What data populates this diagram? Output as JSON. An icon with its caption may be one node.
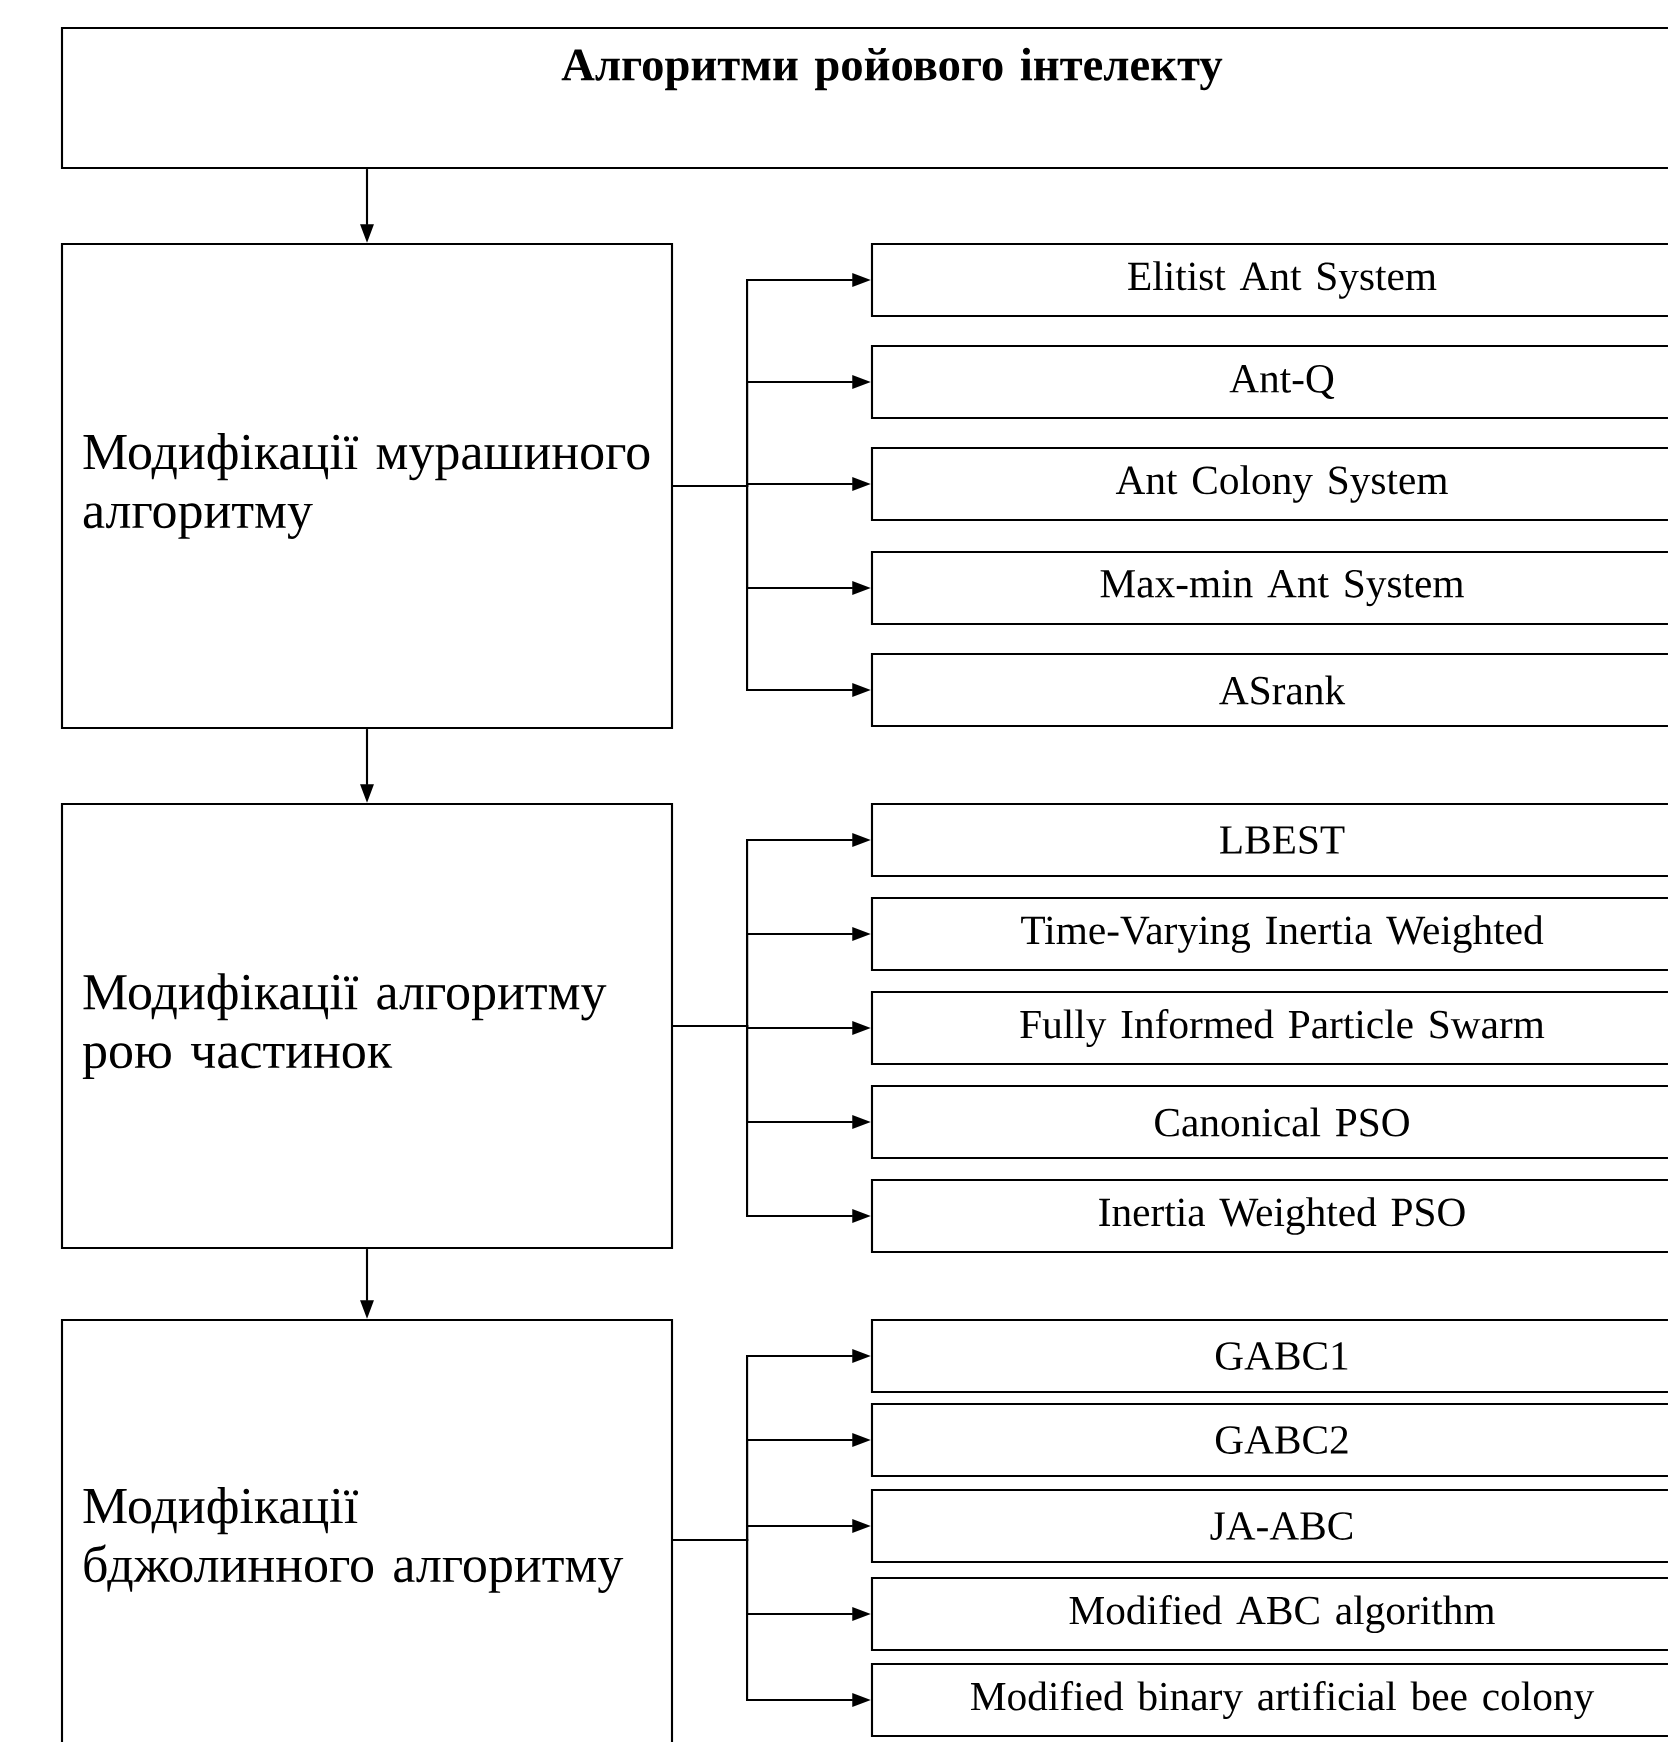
{
  "diagram": {
    "nodes": [
      {
        "text": [
          "Алгоритми ройового інтелекту"
        ]
      },
      {
        "text": [
          "Модифікації мурашиного алгоритму"
        ]
      },
      {
        "text": [
          "Elitist Ant System"
        ]
      },
      {
        "text": [
          "Ant-Q"
        ]
      },
      {
        "text": [
          "Ant Colony System"
        ]
      },
      {
        "text": [
          "Max-min Ant System"
        ]
      },
      {
        "text": [
          "ASrank"
        ]
      },
      {
        "text": [
          "Модифікації алгоритму рою частинок"
        ]
      },
      {
        "text": [
          "LBEST"
        ]
      },
      {
        "text": [
          "Time-Varying Inertia Weighted"
        ]
      },
      {
        "text": [
          "Fully Informed Particle Swarm"
        ]
      },
      {
        "text": [
          "Canonical PSO"
        ]
      },
      {
        "text": [
          "Inertia Weighted PSO"
        ]
      },
      {
        "text": [
          "Модифікації бджолинного алгоритму"
        ]
      },
      {
        "text": [
          "GABC1"
        ]
      },
      {
        "text": [
          "GABC2"
        ]
      },
      {
        "text": [
          "JA-ABC"
        ]
      },
      {
        "text": [
          "Modified ABC algorithm"
        ]
      },
      {
        "text": [
          "Modified binary artificial bee colony"
        ]
      }
    ],
    "edges": [
      {
        "from": 0,
        "to": 1,
        "arrow": "to"
      },
      {
        "from": 1,
        "to": 2,
        "arrow": "to"
      },
      {
        "from": 1,
        "to": 3,
        "arrow": "to"
      },
      {
        "from": 1,
        "to": 4,
        "arrow": "to"
      },
      {
        "from": 1,
        "to": 5,
        "arrow": "to"
      },
      {
        "from": 1,
        "to": 6,
        "arrow": "to"
      },
      {
        "from": 1,
        "to": 7,
        "arrow": "to"
      },
      {
        "from": 7,
        "to": 8,
        "arrow": "to"
      },
      {
        "from": 7,
        "to": 9,
        "arrow": "to"
      },
      {
        "from": 7,
        "to": 10,
        "arrow": "to"
      },
      {
        "from": 7,
        "to": 11,
        "arrow": "to"
      },
      {
        "from": 7,
        "to": 12,
        "arrow": "to"
      },
      {
        "from": 7,
        "to": 13,
        "arrow": "to"
      },
      {
        "from": 13,
        "to": 14,
        "arrow": "to"
      },
      {
        "from": 13,
        "to": 15,
        "arrow": "to"
      },
      {
        "from": 13,
        "to": 16,
        "arrow": "to"
      },
      {
        "from": 13,
        "to": 17,
        "arrow": "to"
      },
      {
        "from": 13,
        "to": 18,
        "arrow": "to"
      }
    ]
  }
}
